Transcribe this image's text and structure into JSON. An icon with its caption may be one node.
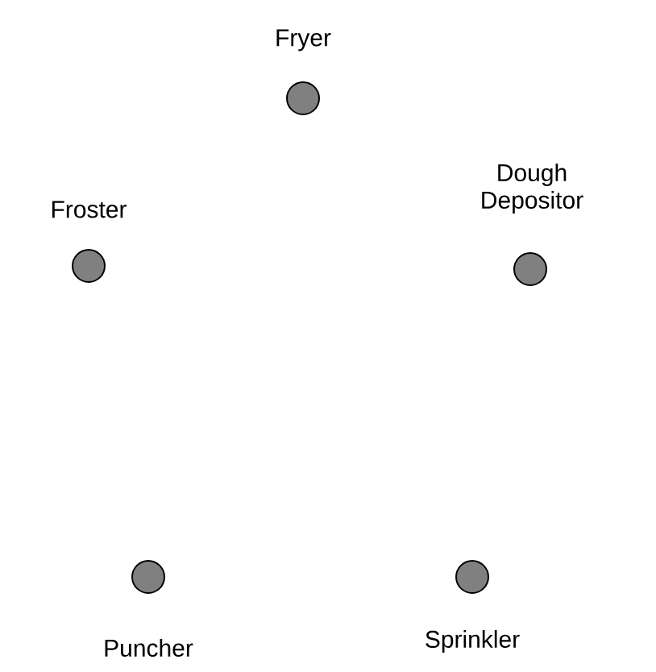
{
  "diagram": {
    "nodes": [
      {
        "text": [
          "Fryer"
        ]
      },
      {
        "text": [
          "Froster"
        ]
      },
      {
        "text": [
          "Dough Depositor"
        ]
      },
      {
        "text": [
          "Puncher"
        ]
      },
      {
        "text": [
          "Sprinkler"
        ]
      }
    ]
  }
}
